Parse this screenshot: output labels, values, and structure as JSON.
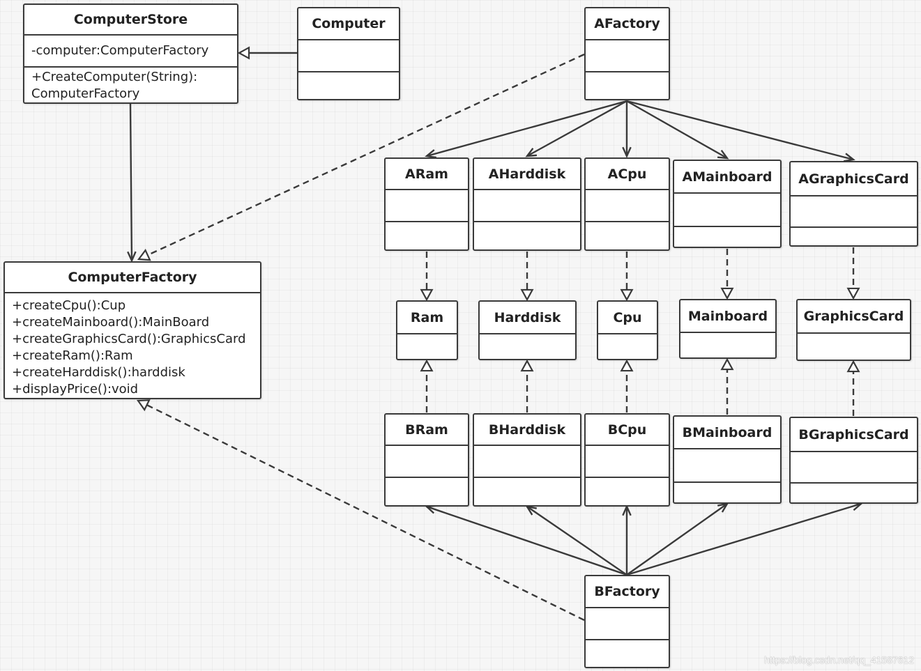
{
  "diagram": {
    "classes": {
      "computer_store": {
        "name": "ComputerStore",
        "attributes": [
          "-computer:ComputerFactory"
        ],
        "operations": [
          "+CreateComputer(String):",
          "ComputerFactory"
        ]
      },
      "computer": {
        "name": "Computer"
      },
      "computer_factory": {
        "name": "ComputerFactory",
        "operations": [
          "+createCpu():Cup",
          "+createMainboard():MainBoard",
          "+createGraphicsCard():GraphicsCard",
          "+createRam():Ram",
          "+createHarddisk():harddisk",
          "+displayPrice():void"
        ]
      },
      "a_factory": {
        "name": "AFactory"
      },
      "b_factory": {
        "name": "BFactory"
      },
      "a_ram": {
        "name": "ARam"
      },
      "a_harddisk": {
        "name": "AHarddisk"
      },
      "a_cpu": {
        "name": "ACpu"
      },
      "a_mainboard": {
        "name": "AMainboard"
      },
      "a_graphics_card": {
        "name": "AGraphicsCard"
      },
      "ram": {
        "name": "Ram"
      },
      "harddisk": {
        "name": "Harddisk"
      },
      "cpu": {
        "name": "Cpu"
      },
      "mainboard": {
        "name": "Mainboard"
      },
      "graphics_card": {
        "name": "GraphicsCard"
      },
      "b_ram": {
        "name": "BRam"
      },
      "b_harddisk": {
        "name": "BHarddisk"
      },
      "b_cpu": {
        "name": "BCpu"
      },
      "b_mainboard": {
        "name": "BMainboard"
      },
      "b_graphics_card": {
        "name": "BGraphicsCard"
      }
    },
    "relations": [
      {
        "from": "computer",
        "to": "computer_store",
        "type": "generalization"
      },
      {
        "from": "computer_store",
        "to": "computer_factory",
        "type": "association"
      },
      {
        "from": "a_factory",
        "to": "computer_factory",
        "type": "realization"
      },
      {
        "from": "b_factory",
        "to": "computer_factory",
        "type": "realization"
      },
      {
        "from": "a_factory",
        "to": "a_ram",
        "type": "association"
      },
      {
        "from": "a_factory",
        "to": "a_harddisk",
        "type": "association"
      },
      {
        "from": "a_factory",
        "to": "a_cpu",
        "type": "association"
      },
      {
        "from": "a_factory",
        "to": "a_mainboard",
        "type": "association"
      },
      {
        "from": "a_factory",
        "to": "a_graphics_card",
        "type": "association"
      },
      {
        "from": "b_factory",
        "to": "b_ram",
        "type": "association"
      },
      {
        "from": "b_factory",
        "to": "b_harddisk",
        "type": "association"
      },
      {
        "from": "b_factory",
        "to": "b_cpu",
        "type": "association"
      },
      {
        "from": "b_factory",
        "to": "b_mainboard",
        "type": "association"
      },
      {
        "from": "b_factory",
        "to": "b_graphics_card",
        "type": "association"
      },
      {
        "from": "a_ram",
        "to": "ram",
        "type": "realization"
      },
      {
        "from": "a_harddisk",
        "to": "harddisk",
        "type": "realization"
      },
      {
        "from": "a_cpu",
        "to": "cpu",
        "type": "realization"
      },
      {
        "from": "a_mainboard",
        "to": "mainboard",
        "type": "realization"
      },
      {
        "from": "a_graphics_card",
        "to": "graphics_card",
        "type": "realization"
      },
      {
        "from": "b_ram",
        "to": "ram",
        "type": "realization"
      },
      {
        "from": "b_harddisk",
        "to": "harddisk",
        "type": "realization"
      },
      {
        "from": "b_cpu",
        "to": "cpu",
        "type": "realization"
      },
      {
        "from": "b_mainboard",
        "to": "mainboard",
        "type": "realization"
      },
      {
        "from": "b_graphics_card",
        "to": "graphics_card",
        "type": "realization"
      }
    ],
    "stroke_color": "#3a3a3a",
    "watermark": "https://blog.csdn.net/qq_41587612"
  }
}
